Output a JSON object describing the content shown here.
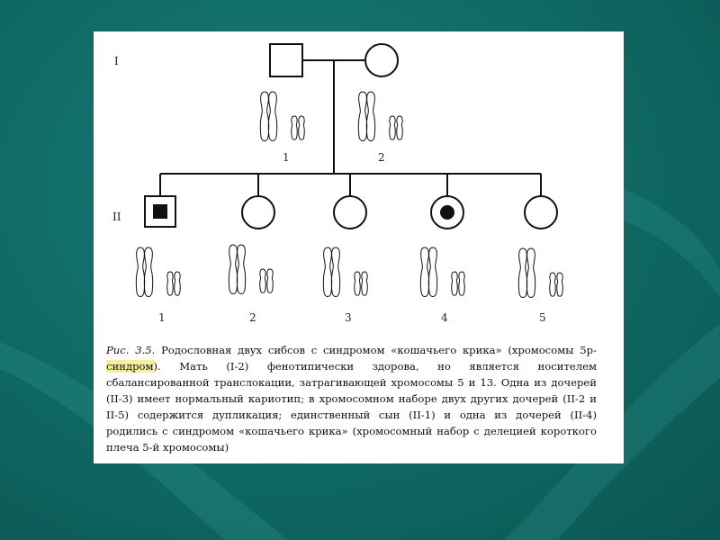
{
  "generations": {
    "I": "I",
    "II": "II"
  },
  "numbers": {
    "gen1": [
      "1",
      "2"
    ],
    "gen2": [
      "1",
      "2",
      "3",
      "4",
      "5"
    ]
  },
  "caption": {
    "label": "Рис. 3.5.",
    "text1": " Родословная двух сибсов с синдромом «кошачьего крика» (хромосомы 5р-",
    "highlight": "синдром",
    "text2": "). Мать (I-2) фенотипически здорова, но является носителем сбалансированной транслокации, затрагивающей хромосомы 5 и 13. Одна из дочерей (II-3) имеет нормальный кариотип; в хромосомном наборе двух других дочерей (II-2 и II-5) содержится дупликация; единственный сын (II-1) и одна из дочерей (II-4) родились с синдромом «кошачьего крика» (хромосомный набор с делецией короткого плеча 5-й хромосомы)"
  },
  "colors": {
    "background": "#0f6863",
    "panel": "#ffffff",
    "highlight": "#f5f0a0",
    "ink": "#111111"
  }
}
